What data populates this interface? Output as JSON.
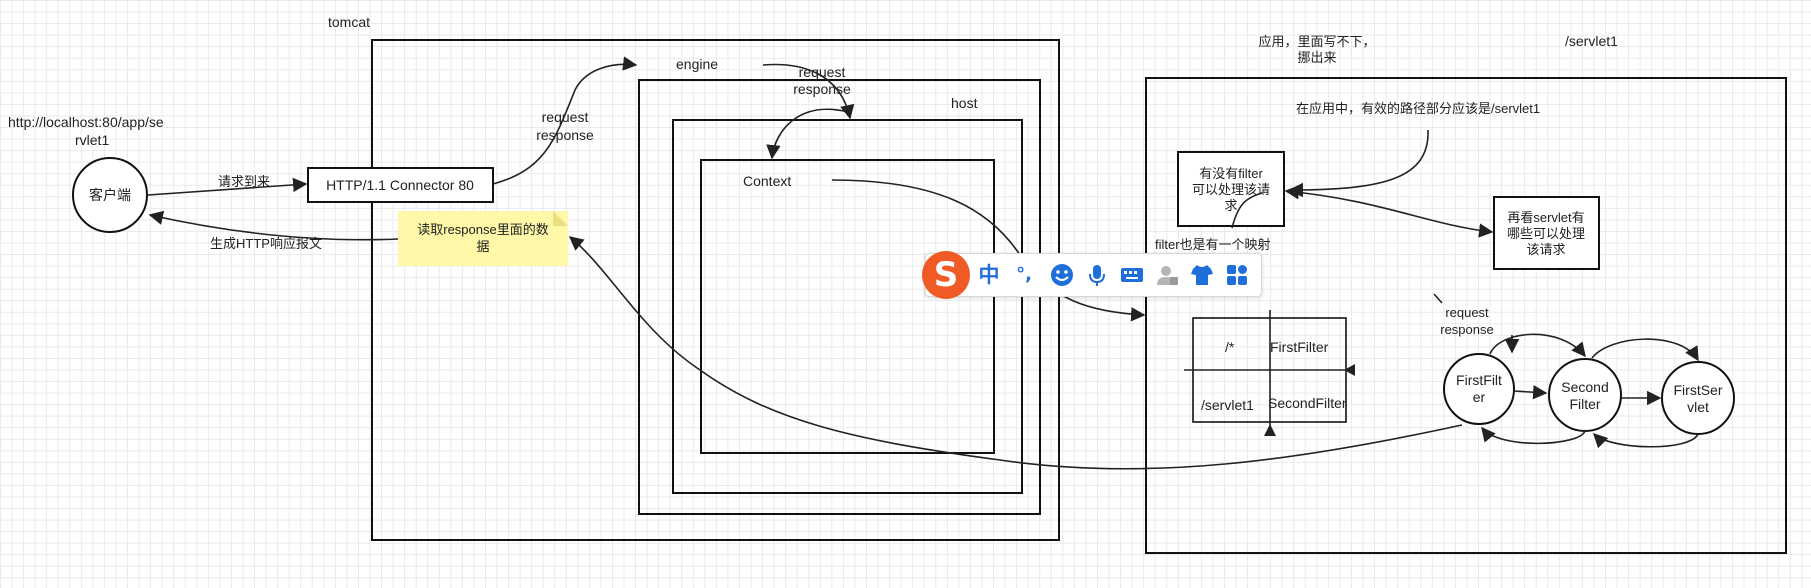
{
  "diagram": {
    "tomcat_label": "tomcat",
    "url_label_line1": "http://localhost:80/app/se",
    "url_label_line2": "rvlet1",
    "client": "客户端",
    "request_arrives": "请求到来",
    "connector": "HTTP/1.1 Connector 80",
    "generate_http": "生成HTTP响应报文",
    "note_line1": "读取response里面的数",
    "note_line2": "据",
    "engine": "engine",
    "host": "host",
    "context": "Context",
    "req_resp_1_req": "request",
    "req_resp_1_resp": "response",
    "req_resp_2_req": "request",
    "req_resp_2_resp": "response",
    "app_note_line1": "应用，里面写不下，",
    "app_note_line2": "挪出来",
    "servlet_path": "/servlet1",
    "effective_path": "在应用中，有效的路径部分应该是/servlet1",
    "filter_check_line1": "有没有filter",
    "filter_check_line2": "可以处理该请",
    "filter_check_line3": "求",
    "servlet_check_line1": "再看servlet有",
    "servlet_check_line2": "哪些可以处理",
    "servlet_check_line3": "该请求",
    "filter_mapping": "filter也是有一个映射",
    "table": {
      "r1c1": "/*",
      "r1c2": "FirstFilter",
      "r2c1": "/servlet1",
      "r2c2": "SecondFilter"
    },
    "chain_req": "request",
    "chain_resp": "response",
    "chain_first_filter_l1": "FirstFilt",
    "chain_first_filter_l2": "er",
    "chain_second_filter_l1": "Second",
    "chain_second_filter_l2": "Filter",
    "chain_servlet_l1": "FirstSer",
    "chain_servlet_l2": "vlet"
  },
  "ime": {
    "logo": "S",
    "chinese_mode": "中",
    "punct": "°,",
    "icons": [
      "emoji-icon",
      "microphone-icon",
      "keyboard-icon",
      "user-icon",
      "skin-icon",
      "toolbox-icon"
    ]
  }
}
